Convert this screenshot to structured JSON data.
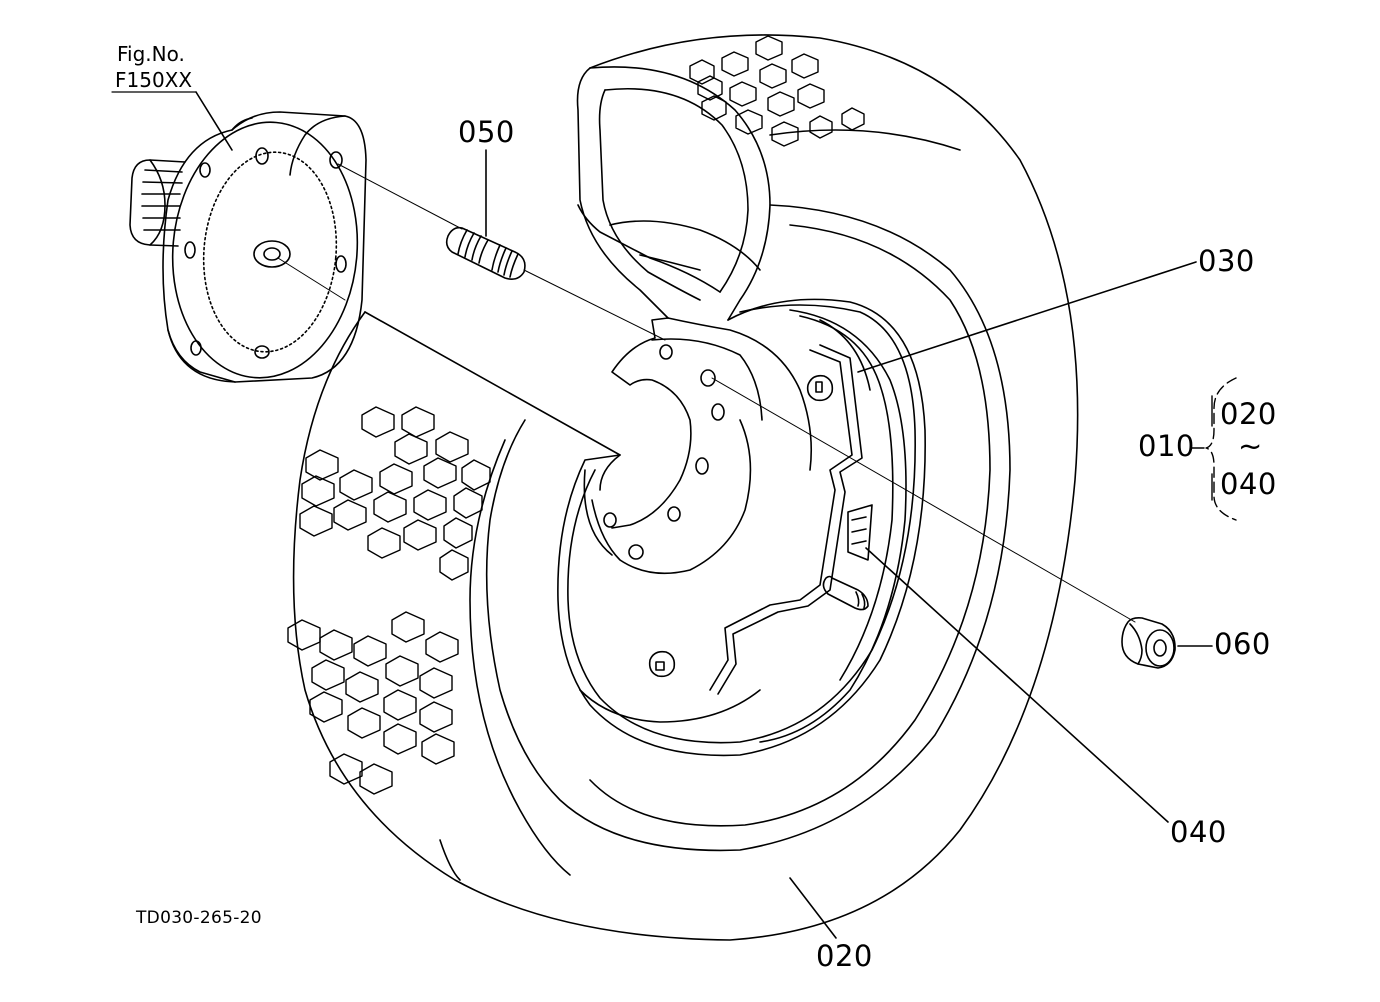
{
  "figure_ref": {
    "line1": "Fig.No.",
    "line2": "F150XX"
  },
  "callouts": {
    "c050": "050",
    "c030": "030",
    "c010": "010",
    "c020_group": "020",
    "c040_group": "040",
    "tilde": "~",
    "c060": "060",
    "c040": "040",
    "c020": "020"
  },
  "drawing_code": "TD030-265-20",
  "colors": {
    "line": "#000000",
    "background": "#ffffff"
  }
}
